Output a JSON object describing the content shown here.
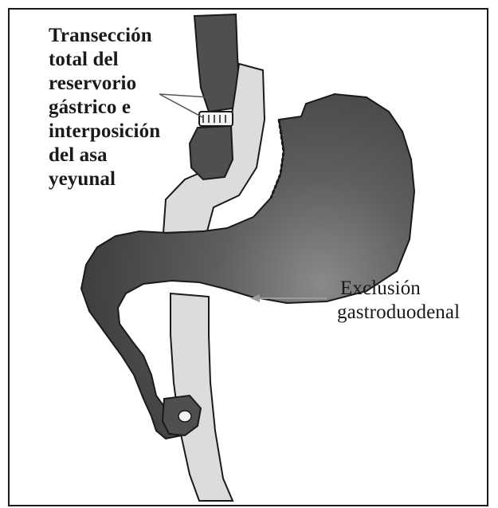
{
  "labels": {
    "transection": {
      "lines": [
        "Transección",
        "total del",
        "reservorio",
        "gástrico e",
        "interposición",
        "del asa",
        "yeyunal"
      ]
    },
    "exclusion": {
      "lines": [
        "Exclusión",
        "gastroduodenal"
      ]
    }
  },
  "colors": {
    "organ_dark": "#4d4d4d",
    "organ_mid": "#6b6b6b",
    "jejunum_light": "#dcdcdc",
    "outline": "#1a1a1a",
    "frame": "#1a1a1a",
    "background": "#ffffff"
  }
}
